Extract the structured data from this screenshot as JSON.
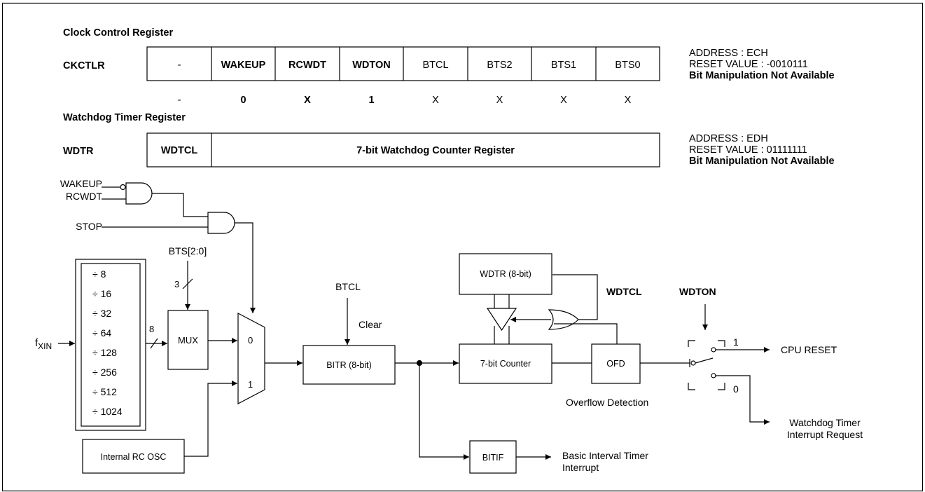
{
  "ckctlr": {
    "section_title": "Clock Control  Register",
    "name": "CKCTLR",
    "bits": [
      "-",
      "WAKEUP",
      "RCWDT",
      "WDTON",
      "BTCL",
      "BTS2",
      "BTS1",
      "BTS0"
    ],
    "bold_bits": [
      false,
      true,
      true,
      true,
      false,
      false,
      false,
      false
    ],
    "reset_bits": [
      "-",
      "0",
      "X",
      "1",
      "X",
      "X",
      "X",
      "X"
    ],
    "address": "ADDRESS : ECH",
    "reset_value": "RESET VALUE : -0010111",
    "note": "Bit Manipulation Not Available"
  },
  "wdtr": {
    "section_title": "Watchdog Timer  Register",
    "name": "WDTR",
    "bit7": "WDTCL",
    "counter_field": "7-bit Watchdog Counter Register",
    "address": "ADDRESS : EDH",
    "reset_value": "RESET VALUE : 01111111",
    "note": "Bit Manipulation Not Available"
  },
  "diagram": {
    "inputs": {
      "wakeup": "WAKEUP",
      "rcwdt": "RCWDT",
      "stop": "STOP",
      "fxin_main": "f",
      "fxin_sub": "XIN"
    },
    "divider_items": [
      "÷ 8",
      "÷ 16",
      "÷ 32",
      "÷ 64",
      "÷ 128",
      "÷ 256",
      "÷ 512",
      "÷ 1024"
    ],
    "bts_label": "BTS[2:0]",
    "bts_width": "3",
    "bus_width": "8",
    "mux_label": "MUX",
    "mux2_in0": "0",
    "mux2_in1": "1",
    "internal_osc": "Internal RC OSC",
    "btcl_label": "BTCL",
    "clear_label": "Clear",
    "bitr_label": "BITR (8-bit)",
    "bitif_label": "BITIF",
    "bit_interrupt_line1": "Basic Interval Timer",
    "bit_interrupt_line2": "Interrupt",
    "wdtr_box": "WDTR (8-bit)",
    "counter_box": "7-bit Counter",
    "ofd_box": "OFD",
    "overflow_label": "Overflow Detection",
    "wdtcl_label": "WDTCL",
    "wdton_label": "WDTON",
    "switch_1": "1",
    "switch_0": "0",
    "cpu_reset": "CPU RESET",
    "wdt_irq_line1": "Watchdog Timer",
    "wdt_irq_line2": "Interrupt Request"
  }
}
